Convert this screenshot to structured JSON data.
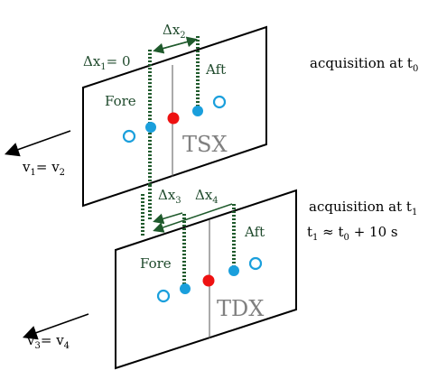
{
  "colors": {
    "plane_stroke": "#000000",
    "dotted_track": "#1f5a2c",
    "accent_blue": "#1a9fdc",
    "accent_red": "#ee1111",
    "label_dark": "#1f4a2c",
    "label_gray": "#808080"
  },
  "top_plane": {
    "name": "TSX",
    "fore": "Fore",
    "aft": "Aft",
    "delta_x1": "Δx",
    "delta_x1_sub": "1",
    "delta_x1_eq": "= 0",
    "delta_x2": "Δx",
    "delta_x2_sub": "2",
    "acq_prefix": "acquisition at t",
    "acq_sub": "0"
  },
  "bottom_plane": {
    "name": "TDX",
    "fore": "Fore",
    "aft": "Aft",
    "delta_x3": "Δx",
    "delta_x3_sub": "3",
    "delta_x4": "Δx",
    "delta_x4_sub": "4",
    "acq_prefix": "acquisition at t",
    "acq_sub": "1",
    "time_t1": "t",
    "time_t1_sub": "1",
    "time_approx": " ≈ t",
    "time_t0_sub": "0",
    "time_rest": " + 10 s"
  },
  "velocity_top": {
    "v_a": "v",
    "v_a_sub": "1",
    "eq": "= v",
    "v_b_sub": "2"
  },
  "velocity_bottom": {
    "v_a": "v",
    "v_a_sub": "3",
    "eq": "= v",
    "v_b_sub": "4"
  }
}
